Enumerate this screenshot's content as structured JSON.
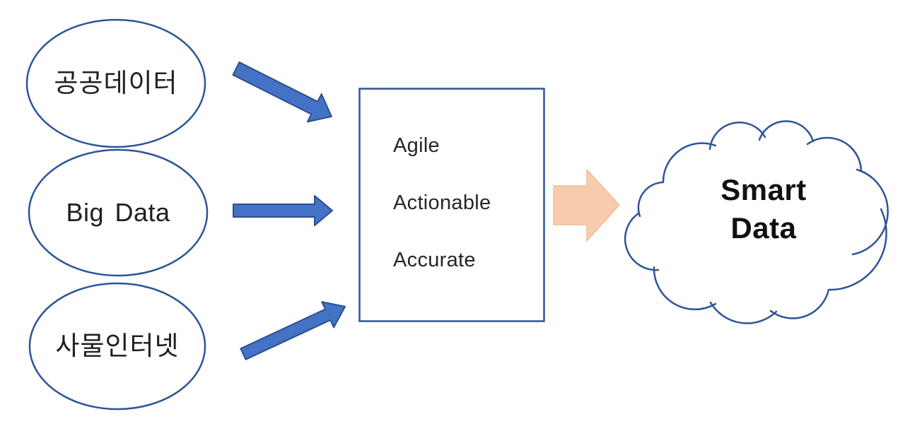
{
  "diagram": {
    "sources": [
      {
        "label": "공공데이터"
      },
      {
        "label": "Big Data"
      },
      {
        "label": "사물인터넷"
      }
    ],
    "process_box": {
      "items": [
        "Agile",
        "Actionable",
        "Accurate"
      ]
    },
    "output_cloud": {
      "line1": "Smart",
      "line2": "Data"
    },
    "colors": {
      "outline_blue": "#2D5596",
      "arrow_blue_fill": "#4472C4",
      "arrow_blue_outline": "#2B4F93",
      "arrow_peach_fill": "#F8CBAD",
      "arrow_peach_outline": "#F2BD9A",
      "text_dark": "#1F1F1F"
    }
  }
}
